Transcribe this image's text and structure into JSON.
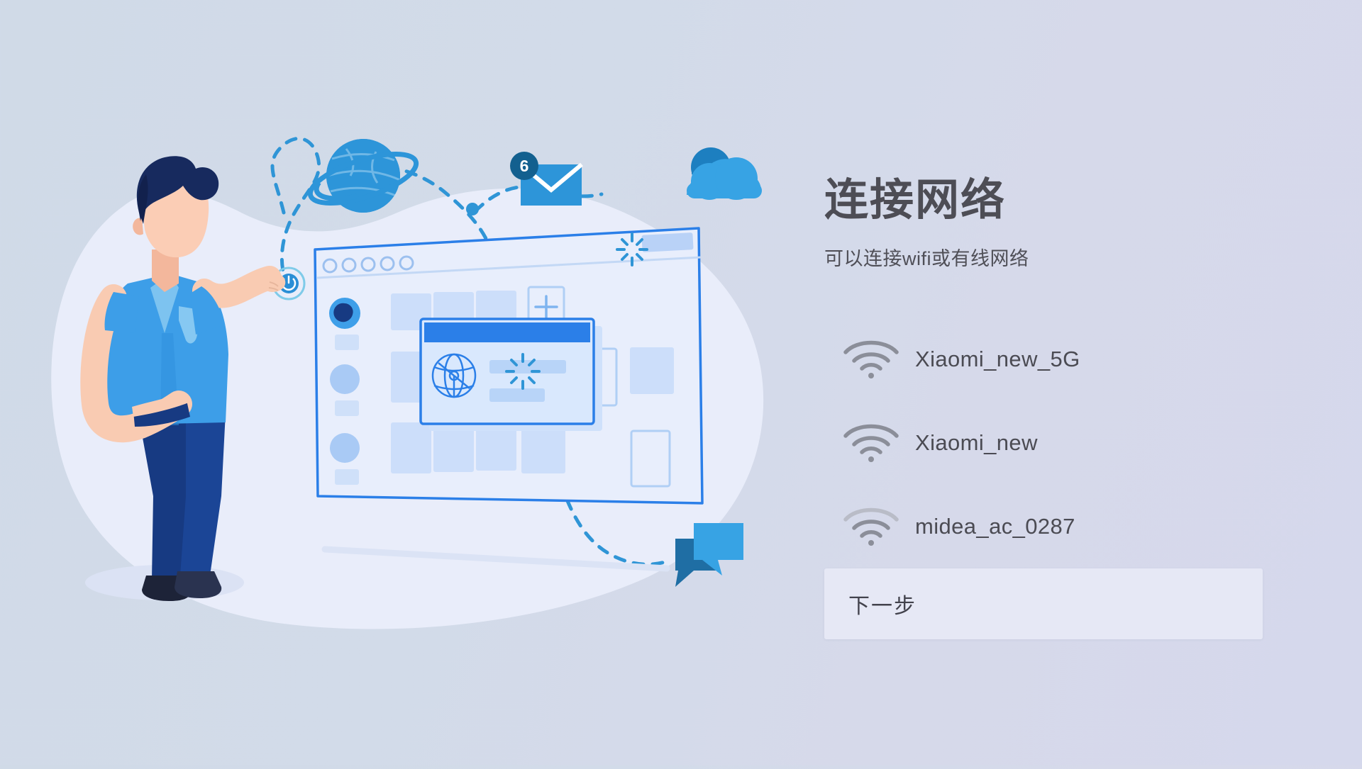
{
  "page": {
    "title": "连接网络",
    "subtitle": "可以连接wifi或有线网络",
    "background_color": "#d3dae9",
    "accent_color": "#2b8ed6",
    "text_color": "#4d4d55"
  },
  "wifi": {
    "networks": [
      {
        "ssid": "Xiaomi_new_5G",
        "icon": "wifi-icon",
        "signal": "strong"
      },
      {
        "ssid": "Xiaomi_new",
        "icon": "wifi-icon",
        "signal": "strong"
      },
      {
        "ssid": "midea_ac_0287",
        "icon": "wifi-icon",
        "signal": "medium"
      }
    ]
  },
  "footer": {
    "next_label": "下一步"
  },
  "illustration": {
    "mail_badge_count": "6",
    "blob_color": "#e9edfa",
    "icons": [
      "planet-icon",
      "mail-icon",
      "cloud-icon",
      "chat-bubble-icon",
      "globe-icon",
      "plus-icon",
      "power-button-icon"
    ]
  }
}
